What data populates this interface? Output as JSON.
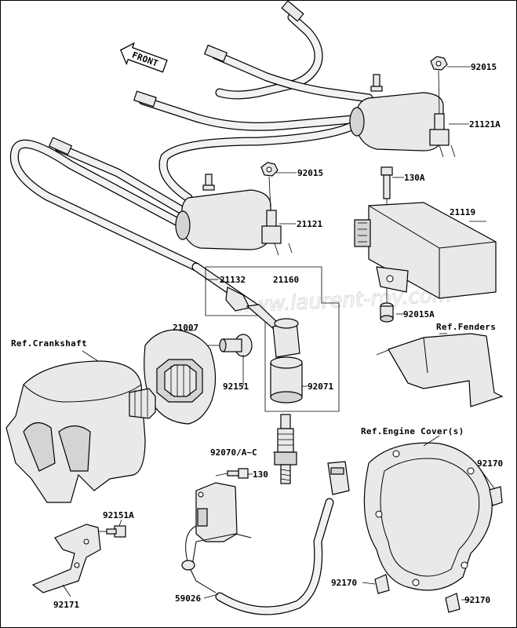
{
  "watermark": "www.laurent-roy.com",
  "front_arrow": {
    "label": "FRONT"
  },
  "callouts": [
    {
      "id": "92015-top",
      "text": "92015"
    },
    {
      "id": "21121A",
      "text": "21121A"
    },
    {
      "id": "92015-mid",
      "text": "92015"
    },
    {
      "id": "130A",
      "text": "130A"
    },
    {
      "id": "21119",
      "text": "21119"
    },
    {
      "id": "21121",
      "text": "21121"
    },
    {
      "id": "21132",
      "text": "21132"
    },
    {
      "id": "21160",
      "text": "21160"
    },
    {
      "id": "92015A",
      "text": "92015A"
    },
    {
      "id": "ref-fenders",
      "text": "Ref.Fenders"
    },
    {
      "id": "21007",
      "text": "21007"
    },
    {
      "id": "ref-crankshaft",
      "text": "Ref.Crankshaft"
    },
    {
      "id": "92151",
      "text": "92151"
    },
    {
      "id": "92071",
      "text": "92071"
    },
    {
      "id": "ref-engine-cover",
      "text": "Ref.Engine Cover(s)"
    },
    {
      "id": "92070",
      "text": "92070/A~C"
    },
    {
      "id": "130",
      "text": "130"
    },
    {
      "id": "92170-right",
      "text": "92170"
    },
    {
      "id": "92151A",
      "text": "92151A"
    },
    {
      "id": "92171",
      "text": "92171"
    },
    {
      "id": "59026",
      "text": "59026"
    },
    {
      "id": "92170-bl",
      "text": "92170"
    },
    {
      "id": "92170-br",
      "text": "92170"
    }
  ]
}
